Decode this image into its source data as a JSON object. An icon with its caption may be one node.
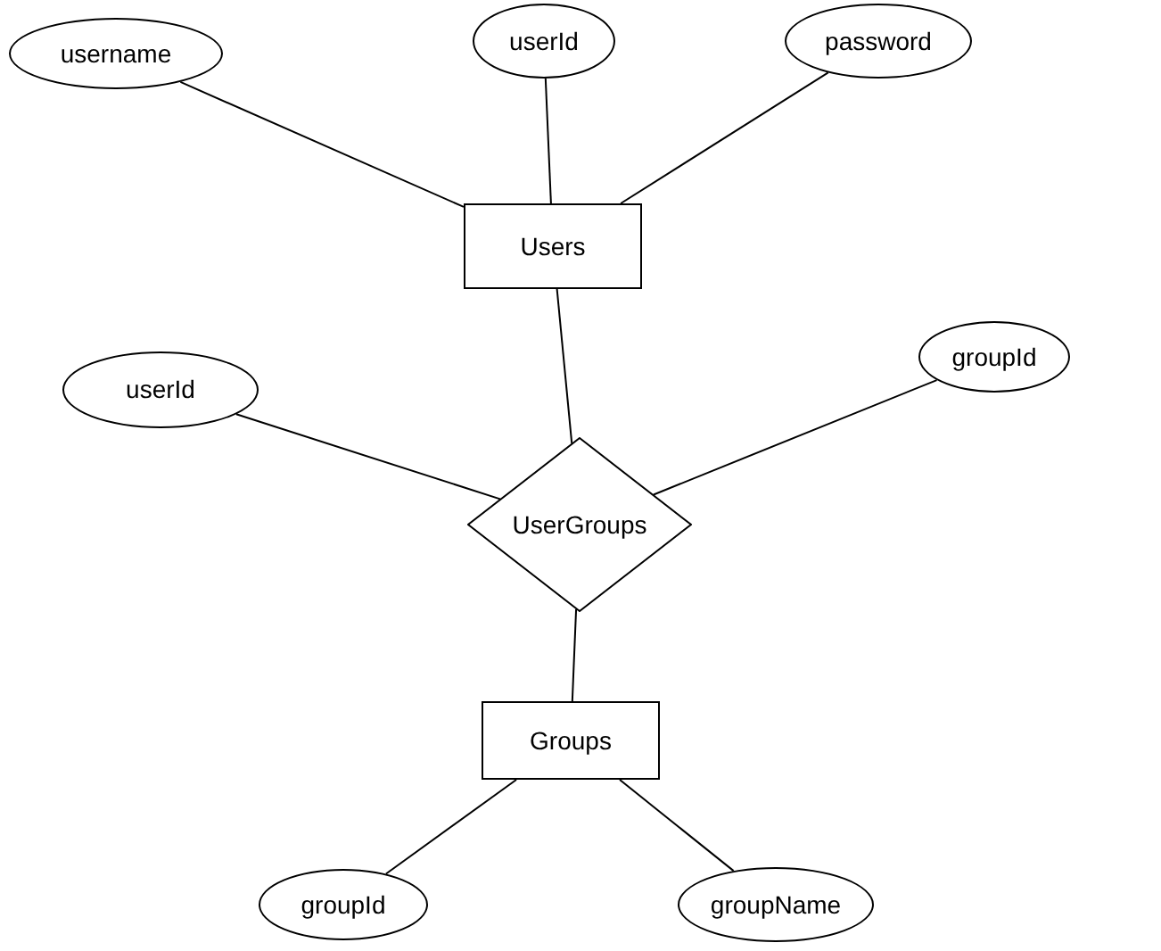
{
  "diagram": {
    "nodes": [
      {
        "text": [
          "username"
        ]
      },
      {
        "text": [
          "userId"
        ]
      },
      {
        "text": [
          "password"
        ]
      },
      {
        "text": [
          "Users"
        ]
      },
      {
        "text": [
          "userId"
        ]
      },
      {
        "text": [
          "groupId"
        ]
      },
      {
        "text": [
          "UserGroups"
        ]
      },
      {
        "text": [
          "Groups"
        ]
      },
      {
        "text": [
          "groupId"
        ]
      },
      {
        "text": [
          "groupName"
        ]
      }
    ],
    "edges": [
      {
        "from": 0,
        "to": 3,
        "arrow": "none"
      },
      {
        "from": 1,
        "to": 3,
        "arrow": "none"
      },
      {
        "from": 2,
        "to": 3,
        "arrow": "none"
      },
      {
        "from": 3,
        "to": 6,
        "arrow": "none"
      },
      {
        "from": 4,
        "to": 6,
        "arrow": "none"
      },
      {
        "from": 5,
        "to": 6,
        "arrow": "none"
      },
      {
        "from": 6,
        "to": 7,
        "arrow": "none"
      },
      {
        "from": 7,
        "to": 8,
        "arrow": "none"
      },
      {
        "from": 7,
        "to": 9,
        "arrow": "none"
      }
    ]
  }
}
